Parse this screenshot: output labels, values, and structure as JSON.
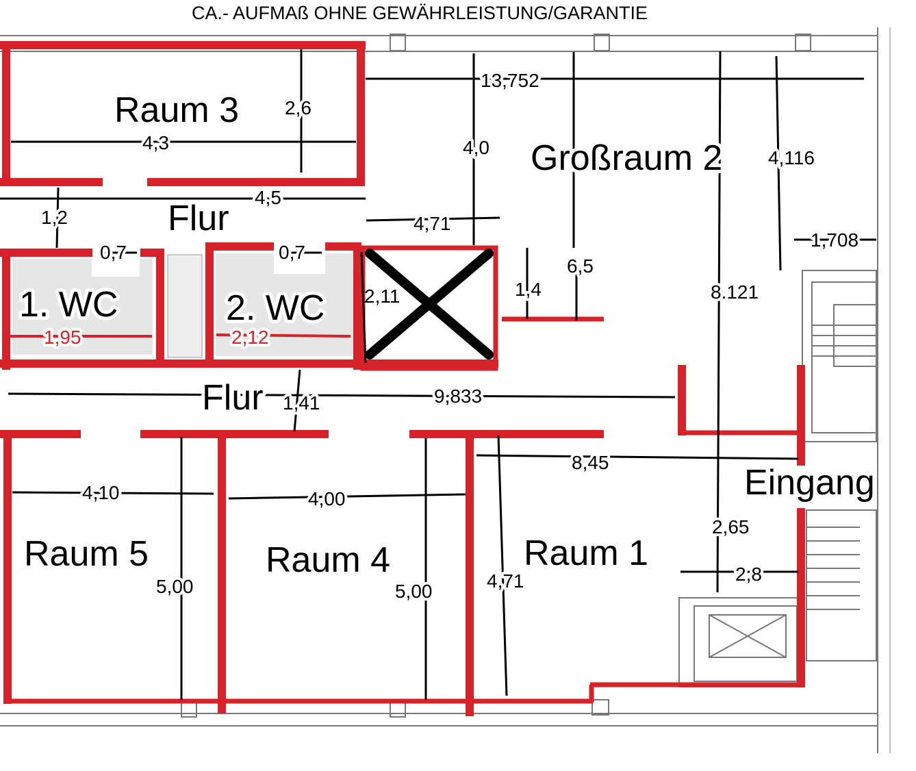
{
  "title": "CA.- AUFMAß OHNE GEWÄHRLEISTUNG/GARANTIE",
  "rooms": {
    "raum3": "Raum 3",
    "grossraum2": "Großraum 2",
    "flur_upper": "Flur",
    "flur_lower": "Flur",
    "wc1": "1. WC",
    "wc2": "2. WC",
    "raum5": "Raum 5",
    "raum4": "Raum 4",
    "raum1": "Raum 1",
    "eingang": "Eingang"
  },
  "dimensions": {
    "total_width": "13,752",
    "raum3_depth": "2,6",
    "raum3_width": "4,3",
    "grossraum_depth_a": "4,0",
    "grossraum_depth_b": "4,116",
    "flur_width": "4,5",
    "flur_depth": "1,2",
    "grossraum_span": "4,71",
    "right_offset": "1,708",
    "wc1_door": "0,7",
    "wc2_door": "0,7",
    "depth_6_5": "6,5",
    "depth_1_4": "1,4",
    "depth_8_121": "8.121",
    "xroom_depth": "2,11",
    "wc1_width": "1,95",
    "wc2_width": "2,12",
    "lower_flur_width": "9,833",
    "lower_flur_depth": "1,41",
    "raum1_width": "8,45",
    "raum5_width": "4,10",
    "raum4_width": "4,00",
    "eingang_depth": "2,65",
    "eingang_width": "2,8",
    "raum5_depth": "5,00",
    "raum4_depth": "5,00",
    "raum1_depth": "4,71"
  },
  "colors": {
    "wall": "#d8222a",
    "dimension": "#000000"
  }
}
